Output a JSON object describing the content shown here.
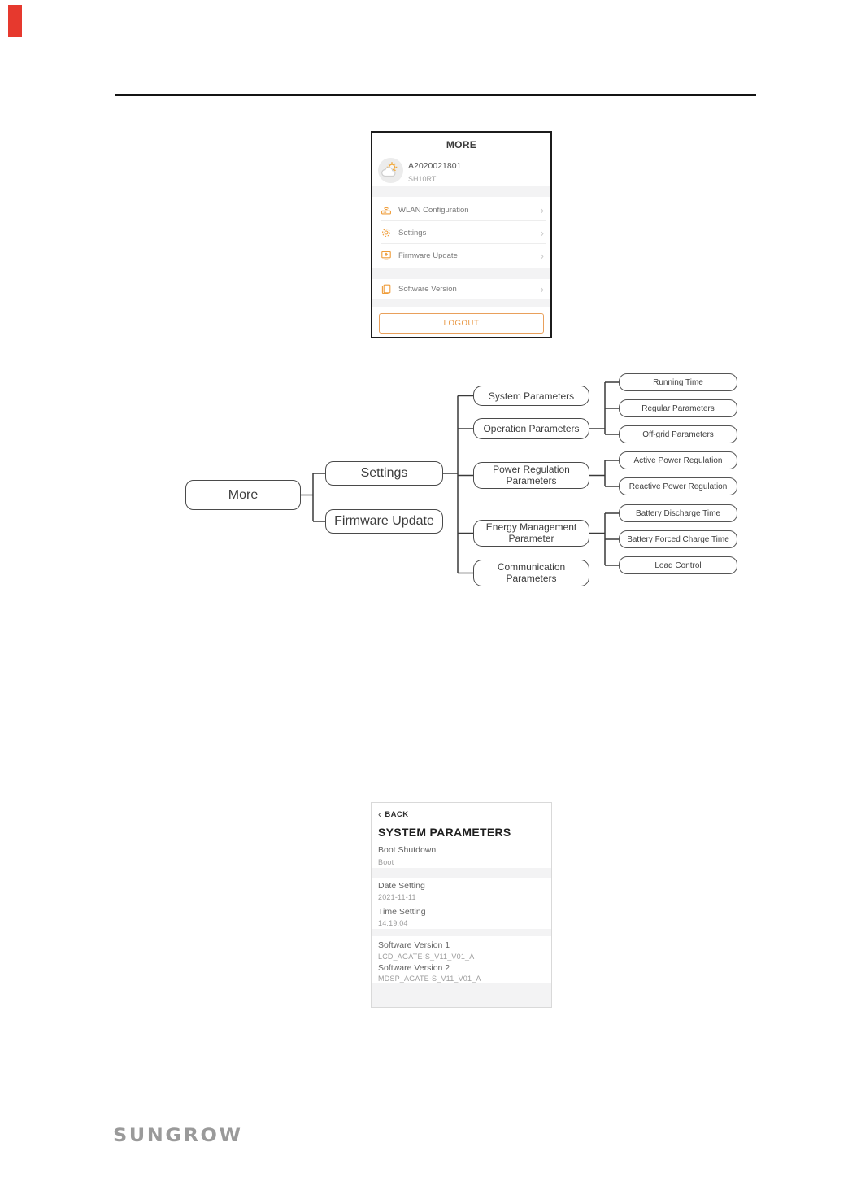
{
  "page": {
    "marker_color": "#e6392e"
  },
  "more_screen": {
    "title": "MORE",
    "profile": {
      "serial": "A2020021801",
      "model": "SH10RT"
    },
    "menu_items": [
      {
        "label": "WLAN Configuration",
        "icon": "router-icon"
      },
      {
        "label": "Settings",
        "icon": "gear-icon"
      },
      {
        "label": "Firmware Update",
        "icon": "firmware-update-icon"
      },
      {
        "label": "Software Version",
        "icon": "software-version-icon"
      }
    ],
    "chevron": "›",
    "logout_label": "LOGOUT"
  },
  "flowchart": {
    "root": "More",
    "level1": [
      "Settings",
      "Firmware Update"
    ],
    "level2": [
      "System Parameters",
      "Operation Parameters",
      "Power Regulation Parameters",
      "Energy Management Parameter",
      "Communication Parameters"
    ],
    "level3": [
      "Running Time",
      "Regular Parameters",
      "Off-grid Parameters",
      "Active Power Regulation",
      "Reactive Power Regulation",
      "Battery Discharge Time",
      "Battery Forced Charge Time",
      "Load Control"
    ]
  },
  "system_screen": {
    "back_chevron": "‹",
    "back_label": "BACK",
    "title": "SYSTEM PARAMETERS",
    "items": [
      {
        "label": "Boot Shutdown",
        "value": "Boot"
      },
      {
        "label": "Date Setting",
        "value": "2021-11-11"
      },
      {
        "label": "Time Setting",
        "value": "14:19:04"
      },
      {
        "label": "Software Version 1",
        "value": "LCD_AGATE-S_V11_V01_A"
      },
      {
        "label": "Software Version 2",
        "value": "MDSP_AGATE-S_V11_V01_A"
      }
    ]
  },
  "footer": {
    "logo_text": "SUNGROW"
  },
  "colors": {
    "accent_orange": "#ef9c38",
    "logout_orange": "#e8953f"
  }
}
